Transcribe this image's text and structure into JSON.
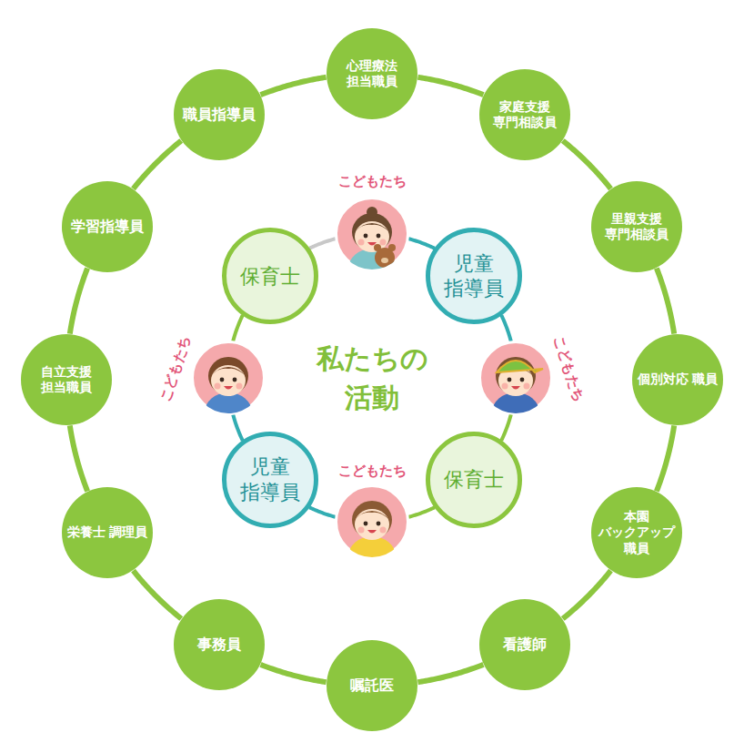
{
  "diagram": {
    "nodes": [
      {
        "text": [
          "心理療法 担当職員"
        ]
      },
      {
        "text": [
          "家庭支援 専門相談員"
        ]
      },
      {
        "text": [
          "里親支援 専門相談員"
        ]
      },
      {
        "text": [
          "個別対応 職員"
        ]
      },
      {
        "text": [
          "本園 バックアップ 職員"
        ]
      },
      {
        "text": [
          "看護師"
        ]
      },
      {
        "text": [
          "嘱託医"
        ]
      },
      {
        "text": [
          "事務員"
        ]
      },
      {
        "text": [
          "栄養士 調理員"
        ]
      },
      {
        "text": [
          "自立支援 担当職員"
        ]
      },
      {
        "text": [
          "学習指導員"
        ]
      },
      {
        "text": [
          "職員指導員"
        ]
      },
      {
        "text": [
          "こどもたち"
        ]
      },
      {
        "text": [
          "児童 指導員"
        ]
      },
      {
        "text": [
          "こどもたち"
        ]
      },
      {
        "text": [
          "保育士"
        ]
      },
      {
        "text": [
          "こどもたち"
        ]
      },
      {
        "text": [
          "児童 指導員"
        ]
      },
      {
        "text": [
          "こどもたち"
        ]
      },
      {
        "text": [
          "保育士"
        ]
      }
    ],
    "edges": [
      {
        "from": 0,
        "to": 1,
        "arrow": "none"
      },
      {
        "from": 1,
        "to": 2,
        "arrow": "none"
      },
      {
        "from": 2,
        "to": 3,
        "arrow": "none"
      },
      {
        "from": 3,
        "to": 4,
        "arrow": "none"
      },
      {
        "from": 4,
        "to": 5,
        "arrow": "none"
      },
      {
        "from": 5,
        "to": 6,
        "arrow": "none"
      },
      {
        "from": 6,
        "to": 7,
        "arrow": "none"
      },
      {
        "from": 7,
        "to": 8,
        "arrow": "none"
      },
      {
        "from": 8,
        "to": 9,
        "arrow": "none"
      },
      {
        "from": 9,
        "to": 10,
        "arrow": "none"
      },
      {
        "from": 10,
        "to": 11,
        "arrow": "none"
      },
      {
        "from": 11,
        "to": 0,
        "arrow": "none"
      },
      {
        "from": 12,
        "to": 13,
        "arrow": "none"
      },
      {
        "from": 13,
        "to": 14,
        "arrow": "none"
      },
      {
        "from": 14,
        "to": 15,
        "arrow": "none"
      },
      {
        "from": 15,
        "to": 16,
        "arrow": "none"
      },
      {
        "from": 16,
        "to": 17,
        "arrow": "none"
      },
      {
        "from": 17,
        "to": 18,
        "arrow": "none"
      },
      {
        "from": 18,
        "to": 19,
        "arrow": "none"
      },
      {
        "from": 19,
        "to": 12,
        "arrow": "none"
      }
    ],
    "labels": [
      "私たちの 活動"
    ]
  }
}
